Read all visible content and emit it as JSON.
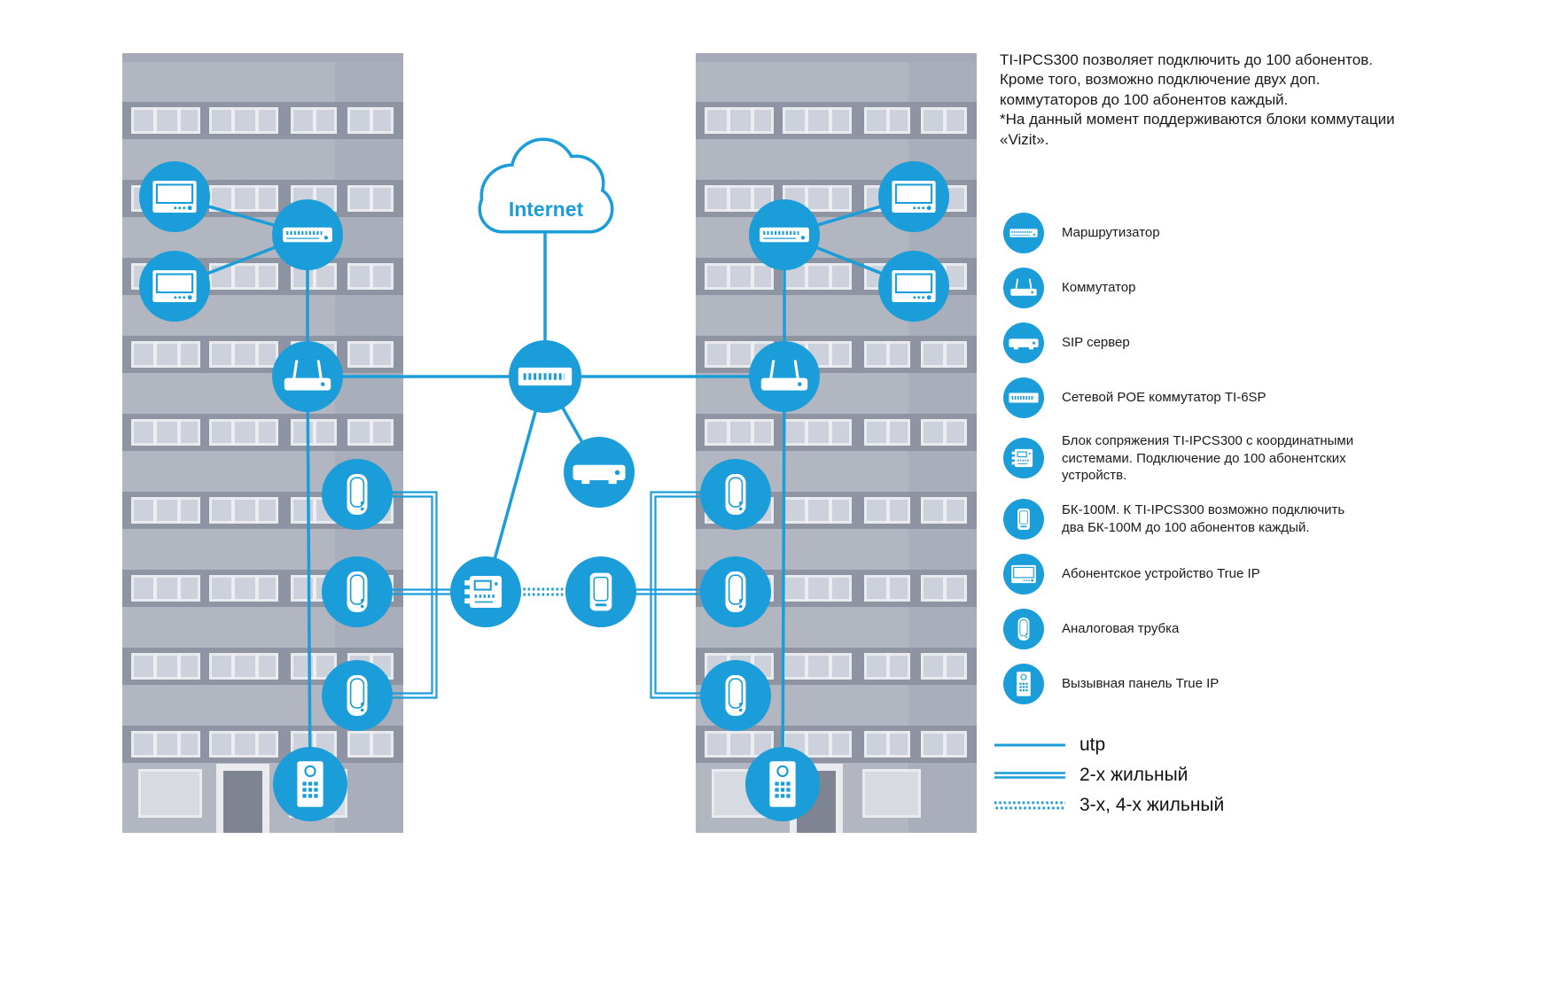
{
  "description": "TI-IPCS300 позволяет подключить до 100 абонентов.\nКроме того, возможно подключение двух доп. коммутаторов до 100 абонентов каждый.\n*На данный момент поддерживаются блоки коммутации «Vizit».",
  "internet_label": "Internet",
  "colors": {
    "accent": "#1A9DD9",
    "building_body": "#b2b6c1",
    "building_band": "#8f94a2",
    "window": "#ccd1db"
  },
  "icons": [
    "router-icon",
    "switch-icon",
    "sip-server-icon",
    "poe-switch-icon",
    "ipcs300-block-icon",
    "bk100m-icon",
    "monitor-icon",
    "handset-icon",
    "call-panel-icon",
    "internet-cloud"
  ],
  "legend": {
    "items": [
      {
        "icon": "router-icon",
        "label": "Маршрутизатор"
      },
      {
        "icon": "switch-icon",
        "label": "Коммутатор"
      },
      {
        "icon": "sip-server-icon",
        "label": "SIP сервер"
      },
      {
        "icon": "poe-switch-icon",
        "label": "Сетевой POE коммутатор TI-6SP"
      },
      {
        "icon": "ipcs300-block-icon",
        "label": "Блок сопряжения TI-IPCS300 с координатными системами. Подключение до 100 абонентских устройств."
      },
      {
        "icon": "bk100m-icon",
        "label": "БК-100М. К TI-IPCS300 возможно подключить два БК-100М до 100 абонентов каждый."
      },
      {
        "icon": "monitor-icon",
        "label": "Абонентское устройство True IP"
      },
      {
        "icon": "handset-icon",
        "label": "Аналоговая трубка"
      },
      {
        "icon": "call-panel-icon",
        "label": "Вызывная панель True IP"
      }
    ]
  },
  "line_legend": [
    {
      "style": "utp",
      "label": "utp"
    },
    {
      "style": "2-wire",
      "label": "2-х жильный"
    },
    {
      "style": "3-4-wire",
      "label": "3-х, 4-х жильный"
    }
  ]
}
